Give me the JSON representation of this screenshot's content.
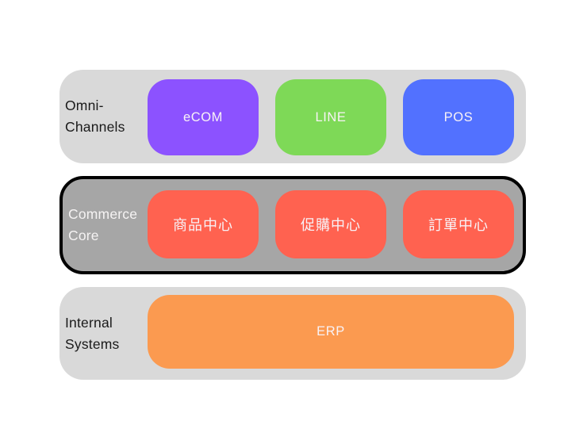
{
  "diagram": {
    "background_color": "#ffffff",
    "bands": [
      {
        "name": "Omni-Channels",
        "label_lines": [
          "Omni-",
          "Channels"
        ],
        "band_color": "#d9d9d9",
        "label_color": "#1a1a1a",
        "nodes": [
          {
            "label": "eCOM",
            "color": "#8C52FF"
          },
          {
            "label": "LINE",
            "color": "#7ED957"
          },
          {
            "label": "POS",
            "color": "#5271FF"
          }
        ]
      },
      {
        "name": "Commerce Core",
        "label_lines": [
          "Commerce",
          "Core"
        ],
        "band_color": "#a6a6a6",
        "border_color": "#000000",
        "label_color": "#f5f3f3",
        "nodes": [
          {
            "label": "商品中心",
            "color": "#FF6250"
          },
          {
            "label": "促購中心",
            "color": "#FF6250"
          },
          {
            "label": "訂單中心",
            "color": "#FF6250"
          }
        ]
      },
      {
        "name": "Internal Systems",
        "label_lines": [
          "Internal",
          "Systems"
        ],
        "band_color": "#d9d9d9",
        "label_color": "#1a1a1a",
        "nodes": [
          {
            "label": "ERP",
            "color": "#FB9A50"
          }
        ]
      }
    ]
  }
}
